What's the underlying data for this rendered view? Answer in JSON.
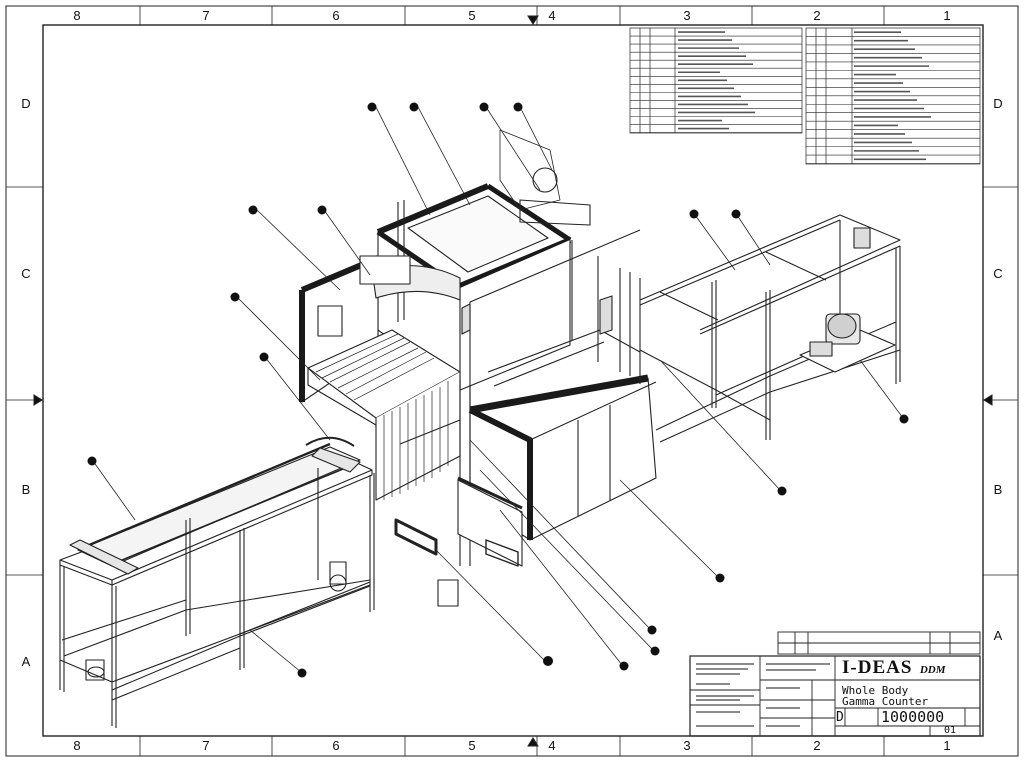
{
  "border": {
    "columns": [
      "8",
      "7",
      "6",
      "5",
      "4",
      "3",
      "2",
      "1"
    ],
    "rows": [
      "D",
      "C",
      "B",
      "A"
    ]
  },
  "title_block": {
    "logo": "I-DEAS",
    "logo_suffix": "DDM",
    "title_line1": "Whole Body",
    "title_line2": "Gamma Counter",
    "size": "D",
    "drawing_number": "1000000",
    "sheet": "01"
  },
  "bom": {
    "left_rows": 13,
    "right_rows": 16
  }
}
